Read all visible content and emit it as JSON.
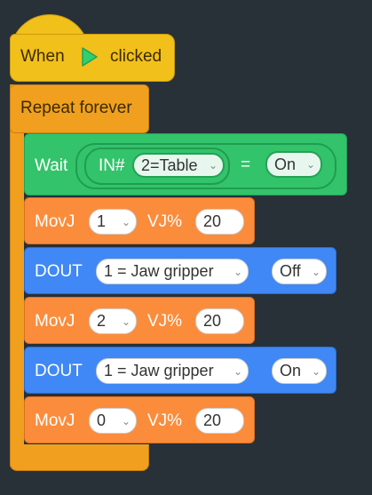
{
  "hat": {
    "when": "When",
    "clicked": "clicked",
    "flag_icon": "green-flag-icon"
  },
  "repeat": {
    "label": "Repeat forever"
  },
  "wait": {
    "label": "Wait",
    "in_label": "IN#",
    "in_value": "2=Table",
    "eq": "=",
    "state_value": "On"
  },
  "blocks": [
    {
      "type": "MovJ",
      "point": "1",
      "vj_label": "VJ%",
      "vj": "20"
    },
    {
      "type": "DOUT",
      "port": "1 = Jaw gripper",
      "state": "Off"
    },
    {
      "type": "MovJ",
      "point": "2",
      "vj_label": "VJ%",
      "vj": "20"
    },
    {
      "type": "DOUT",
      "port": "1 = Jaw gripper",
      "state": "On"
    },
    {
      "type": "MovJ",
      "point": "0",
      "vj_label": "VJ%",
      "vj": "20"
    }
  ],
  "colors": {
    "background": "#283038",
    "event": "#f2c01a",
    "control": "#f0a01e",
    "wait": "#33c36b",
    "motion": "#fb8c3c",
    "io": "#3f88f5"
  }
}
